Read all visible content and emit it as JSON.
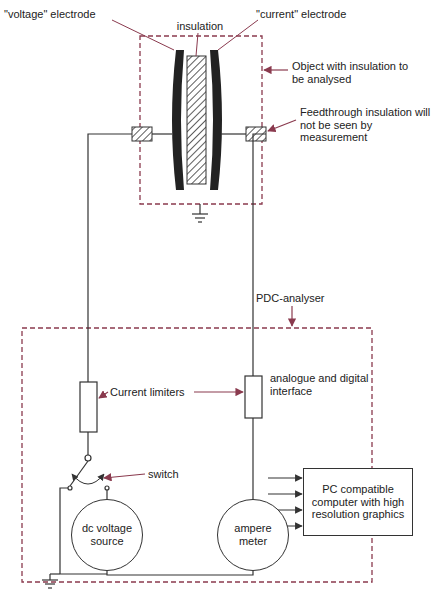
{
  "diagram": {
    "nodes": [
      {
        "text": [
          "dc voltage source"
        ]
      },
      {
        "text": [
          "ampere meter"
        ]
      },
      {
        "text": [
          "PC compatible computer with high resolution graphics"
        ]
      }
    ],
    "edges": [
      {
        "from": 0,
        "to": 1,
        "arrow": "none"
      }
    ],
    "labels": [
      "\"voltage\" electrode",
      "\"current\" electrode",
      "insulation",
      "Object with insulation to be analysed",
      "Feedthrough insulation will not be seen by measurement",
      "PDC-analyser",
      "Current limiters",
      "switch",
      "analogue and digital interface"
    ]
  }
}
